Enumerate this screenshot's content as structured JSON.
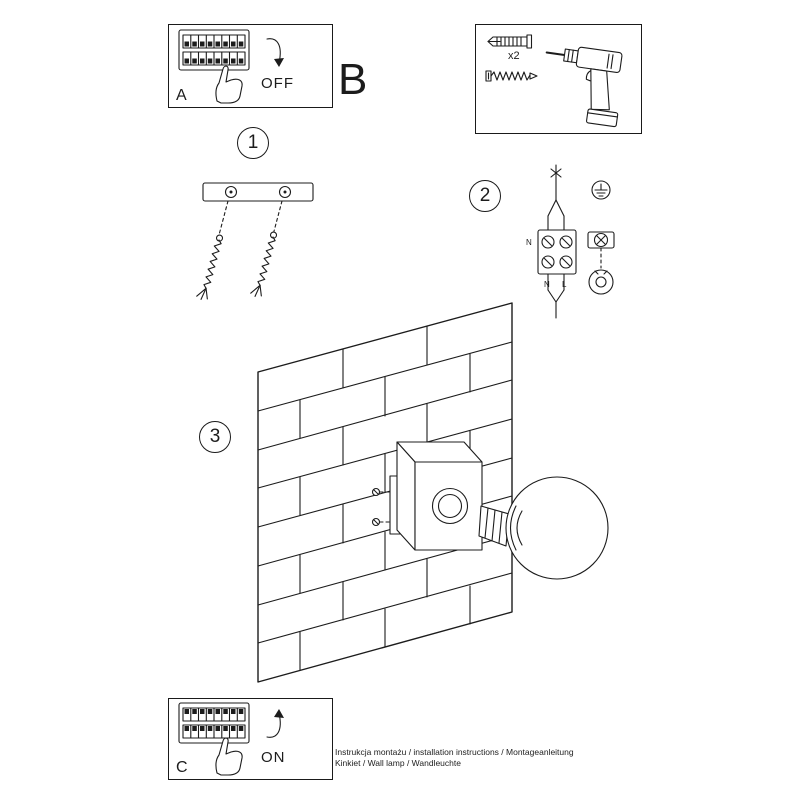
{
  "page": {
    "background": "#ffffff",
    "line_color": "#1c1c1c"
  },
  "panels": {
    "a": {
      "label": "A",
      "switch_state": "OFF"
    },
    "b": {
      "label": "B"
    },
    "c": {
      "label": "C",
      "switch_state": "ON"
    }
  },
  "steps": {
    "one": "1",
    "two": "2",
    "three": "3"
  },
  "tools": {
    "anchor_screw_quantity": "x2"
  },
  "wiring": {
    "neutral_top": "N",
    "neutral_bottom": "N",
    "live_bottom": "L"
  },
  "footer": {
    "line1": "Instrukcja montażu / installation instructions / Montageanleitung",
    "line2": "Kinkiet / Wall lamp / Wandleuchte"
  }
}
